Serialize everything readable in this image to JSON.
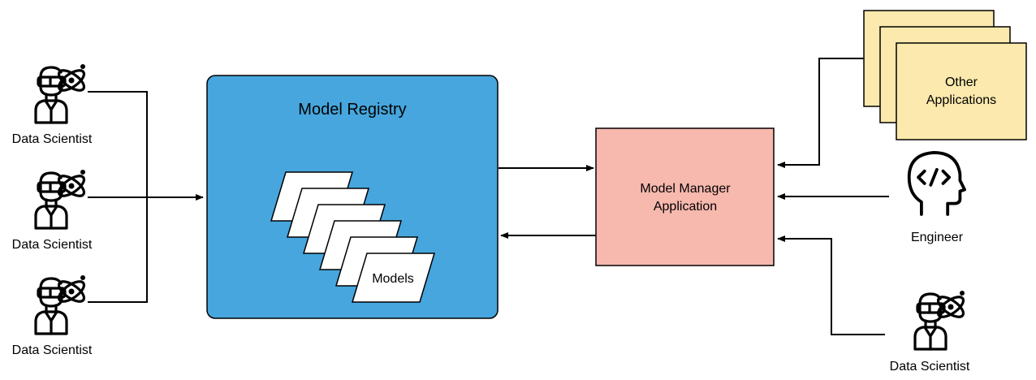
{
  "registry": {
    "title": "Model Registry",
    "models_label": "Models",
    "fill": "#46a6dd"
  },
  "manager": {
    "line1": "Model Manager",
    "line2": "Application",
    "fill": "#f7b8ae"
  },
  "other_apps": {
    "line1": "Other",
    "line2": "Applications",
    "fill": "#fbe9ad"
  },
  "actors": {
    "data_scientist_1": "Data Scientist",
    "data_scientist_2": "Data Scientist",
    "data_scientist_3": "Data Scientist",
    "data_scientist_4": "Data Scientist",
    "engineer": "Engineer"
  },
  "icons": {
    "scientist": "data-scientist-icon",
    "engineer": "engineer-head-code-icon"
  }
}
